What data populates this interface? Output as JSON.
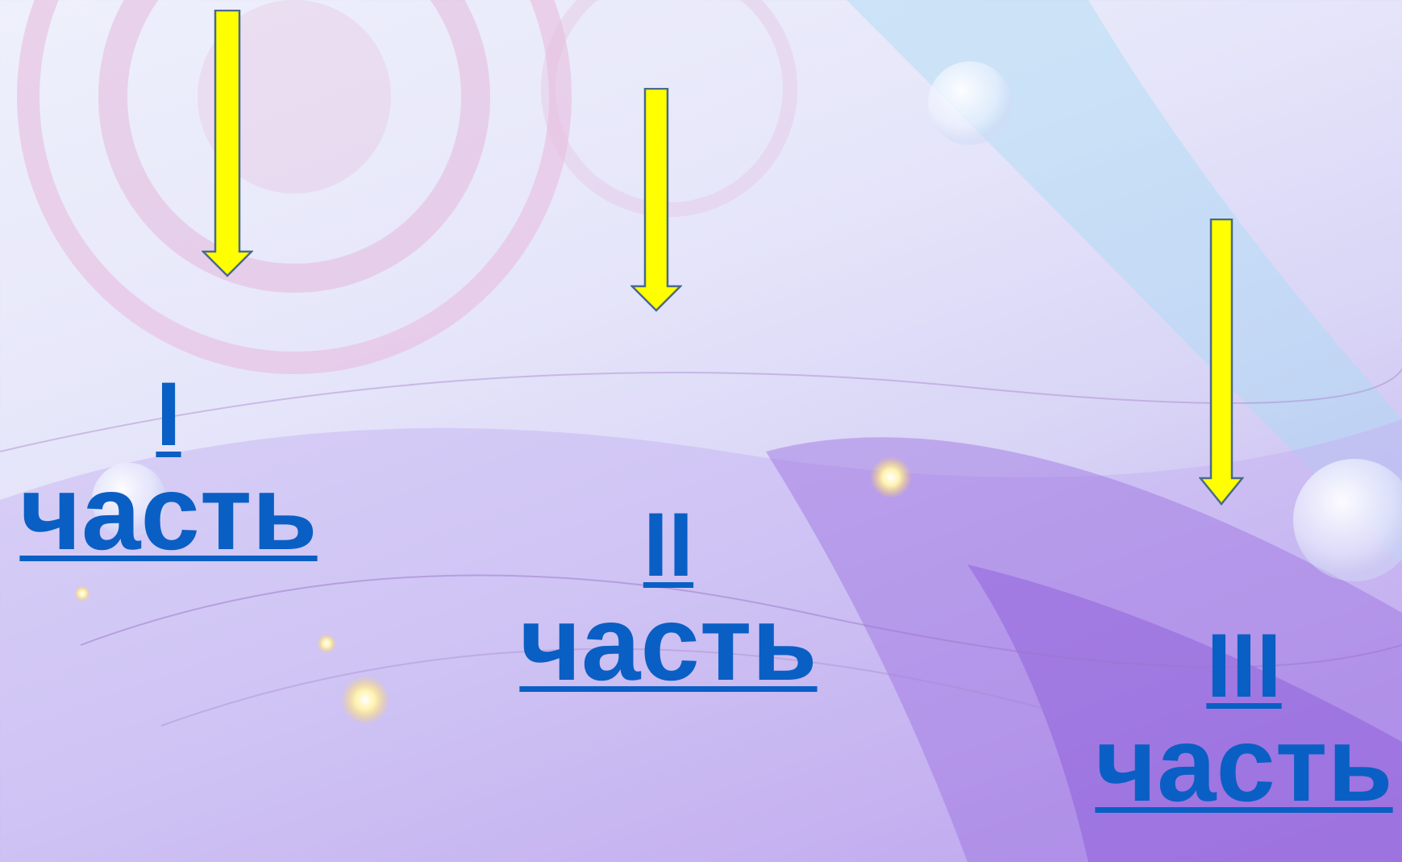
{
  "parts": [
    {
      "numeral": "I",
      "word": "часть"
    },
    {
      "numeral": "II",
      "word": "часть"
    },
    {
      "numeral": "III",
      "word": "часть"
    }
  ],
  "icons": {
    "arrow": "down-arrow-icon",
    "sparkle": "sparkle-icon",
    "bubble": "bubble-icon"
  },
  "colors": {
    "text": "#0a5fc4",
    "arrow_fill": "#ffff00",
    "arrow_stroke": "#4a6a8a"
  }
}
